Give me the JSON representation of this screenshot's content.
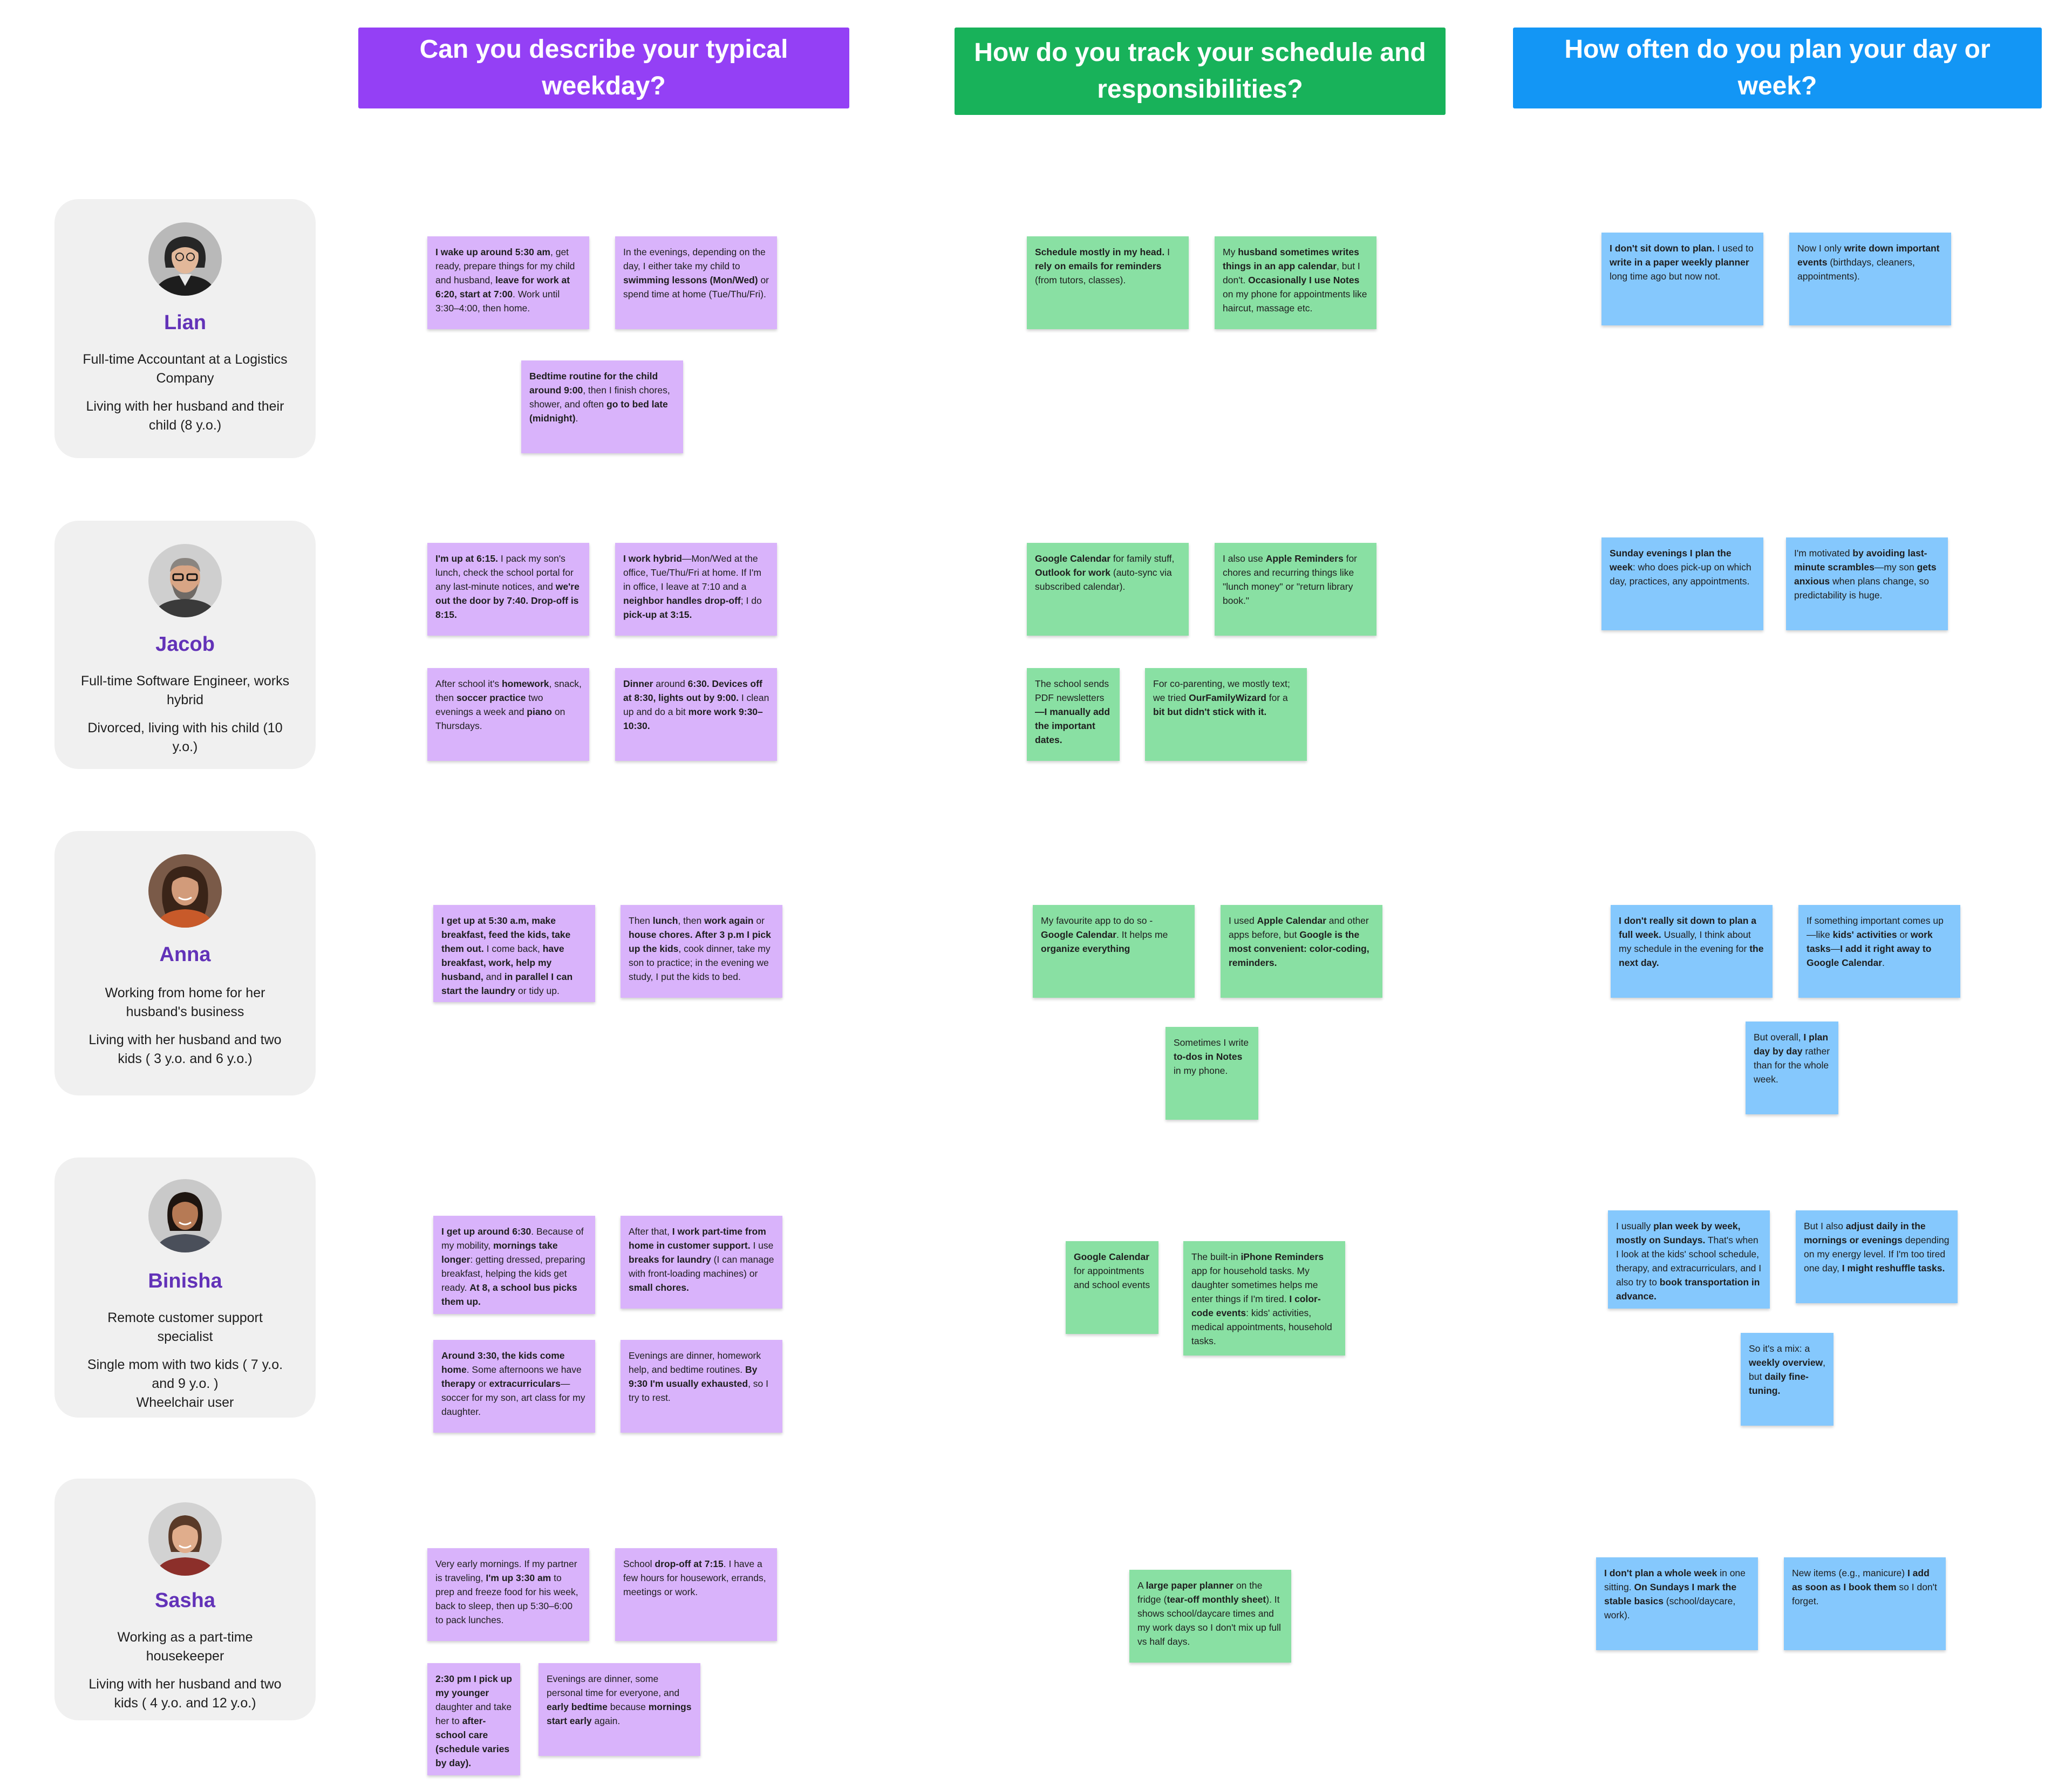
{
  "headers": {
    "weekday": "Can you describe your typical weekday?",
    "track": "How do you track your schedule and responsibilities?",
    "plan": "How often do you plan your day or week?"
  },
  "colors": {
    "header_purple": "#9440f5",
    "header_green": "#18b25a",
    "header_blue": "#1396f5",
    "note_purple": "#d9b3fb",
    "note_green": "#89e0a3",
    "note_blue": "#85c8fd",
    "persona_name": "#6232b8",
    "card_bg": "#f0f0f0"
  },
  "personas": [
    {
      "name": "Lian",
      "role": "Full-time Accountant at a Logistics Company",
      "living": "Living with her husband and their child (8 y.o.)",
      "extra": ""
    },
    {
      "name": "Jacob",
      "role": "Full-time Software Engineer, works hybrid",
      "living": "Divorced, living with his child (10 y.o.)",
      "extra": ""
    },
    {
      "name": "Anna",
      "role": "Working from home for her husband's business",
      "living": "Living with her husband and two kids ( 3 y.o. and 6 y.o.)",
      "extra": ""
    },
    {
      "name": "Binisha",
      "role": "Remote customer support specialist",
      "living": "Single mom with two kids ( 7 y.o. and 9 y.o. )",
      "extra": "Wheelchair user"
    },
    {
      "name": "Sasha",
      "role": "Working as a part-time housekeeper",
      "living": "Living with her husband and two kids ( 4 y.o. and 12 y.o.)",
      "extra": ""
    }
  ],
  "notes": {
    "lian": {
      "weekday": [
        [
          "**I wake up around 5:30 am**, get ready, prepare things for my child and husband, **leave for work at 6:20, start at 7:00**. Work until 3:30–4:00, then home."
        ],
        [
          "In the evenings, depending on the day, I either take my child to **swimming lessons (Mon/Wed)** or spend time at home (Tue/Thu/Fri)."
        ],
        [
          "**Bedtime routine for the child around 9:00**, then I finish chores, shower, and often **go to bed late (midnight)**."
        ]
      ],
      "track": [
        [
          "**Schedule mostly in my head.** I **rely on emails for reminders** (from tutors, classes)."
        ],
        [
          "My **husband sometimes writes things in an app calendar**, but I don't. **Occasionally I use Notes** on my phone for appointments like haircut, massage etc."
        ]
      ],
      "plan": [
        [
          "**I don't sit down to plan.** I used to **write in a paper weekly planner** long time ago but now not."
        ],
        [
          "Now I only **write down important events** (birthdays, cleaners, appointments)."
        ]
      ]
    },
    "jacob": {
      "weekday": [
        [
          "**I'm up at 6:15.** I pack my son's lunch, check the school portal for any last-minute notices, and **we're out the door by 7:40. Drop-off is 8:15.**"
        ],
        [
          "**I work hybrid**—Mon/Wed at the office, Tue/Thu/Fri at home. If I'm in office, I leave at 7:10 and a **neighbor handles drop-off**; I do **pick-up at 3:15.**"
        ],
        [
          "After school it's **homework**, snack, then **soccer practice** two evenings a week and **piano** on Thursdays."
        ],
        [
          "**Dinner** around **6:30. Devices off at 8:30, lights out by 9:00.** I clean up and do a bit **more work 9:30–10:30.**"
        ]
      ],
      "track": [
        [
          "**Google Calendar** for family stuff, **Outlook for work** (auto-sync via subscribed calendar)."
        ],
        [
          "I also use **Apple Reminders** for chores and recurring things like \"lunch money\" or \"return library book.\""
        ],
        [
          "The school sends PDF newsletters **—I manually add the important dates.**"
        ],
        [
          "For co-parenting, we mostly text; we tried **OurFamilyWizard** for a **bit but didn't stick with it.**"
        ]
      ],
      "plan": [
        [
          "**Sunday evenings I plan the week**: who does pick-up on which day, practices, any appointments."
        ],
        [
          "I'm motivated **by avoiding last-minute scrambles**—my son **gets anxious** when plans change, so predictability is huge."
        ]
      ]
    },
    "anna": {
      "weekday": [
        [
          "**I get up at 5:30 a.m, make breakfast, feed the kids, take them out.** I come back, **have breakfast, work, help my husband,** and **in parallel I can start the laundry** or tidy up."
        ],
        [
          "Then **lunch**, then **work again** or **house chores. After 3 p.m I pick up the kids**, cook dinner, take my son to practice; in the evening we study, I put the kids to bed."
        ]
      ],
      "track": [
        [
          "My favourite app to do so - **Google Calendar**. It helps me **organize everything**"
        ],
        [
          "I used **Apple Calendar** and other apps before, but **Google is the most convenient: color-coding, reminders.**"
        ],
        [
          "Sometimes I write **to-dos in Notes** in my phone."
        ]
      ],
      "plan": [
        [
          "**I don't really sit down to plan a full week.** Usually, I think about my schedule in the evening for **the next day.**"
        ],
        [
          "If something important comes up —like **kids' activities** or **work tasks**—**I add it right away to Google Calendar**."
        ],
        [
          "But overall, **I plan day by day** rather than for the whole week."
        ]
      ]
    },
    "binisha": {
      "weekday": [
        [
          "**I get up around 6:30**. Because of my mobility, **mornings take longer**: getting dressed, preparing breakfast, helping the kids get ready. **At 8, a school bus picks them up.**"
        ],
        [
          "After that, **I work part-time from home in customer support.** I use **breaks for laundry** (I can manage with front-loading machines) or **small chores.**"
        ],
        [
          "**Around 3:30, the kids come home**. Some afternoons we have **therapy** or **extracurriculars**—soccer for my son, art class for my daughter."
        ],
        [
          "Evenings are dinner, homework help, and bedtime routines. **By 9:30 I'm usually exhausted**, so I try to rest."
        ]
      ],
      "track": [
        [
          "**Google Calendar** for appointments and school events"
        ],
        [
          "The built-in **iPhone Reminders** app for household tasks. My daughter sometimes helps me enter things if I'm tired. **I color-code events**: kids' activities, medical appointments, household tasks."
        ]
      ],
      "plan": [
        [
          "I usually **plan week by week, mostly on Sundays.** That's when I look at the kids' school schedule, therapy, and extracurriculars, and I also try to **book transportation in advance.**"
        ],
        [
          "But I also **adjust daily in the mornings or evenings** depending on my energy level. If I'm too tired one day, **I might reshuffle tasks.**"
        ],
        [
          "So it's a mix: a **weekly overview**, but **daily fine-tuning.**"
        ]
      ]
    },
    "sasha": {
      "weekday": [
        [
          "Very early mornings. If my partner is traveling, **I'm up 3:30 am** to prep and freeze food for his week, back to sleep, then up 5:30–6:00 to pack lunches."
        ],
        [
          "School **drop-off at 7:15**. I have a few hours for housework, errands, meetings or work."
        ],
        [
          "**2:30 pm I pick up my younger** daughter and take her to **after-school care (schedule varies by day).**"
        ],
        [
          "Evenings are dinner, some personal time for everyone, and **early bedtime** because **mornings start early** again."
        ]
      ],
      "track": [
        [
          "A **large paper planner** on the fridge (**tear-off monthly sheet**). It shows school/daycare times and my work days so I don't mix up full vs half days."
        ]
      ],
      "plan": [
        [
          "**I don't plan a whole week** in one sitting. **On Sundays I mark the stable basics** (school/daycare, work)."
        ],
        [
          "New items (e.g., manicure) **I add as soon as I book them** so I don't forget."
        ]
      ]
    }
  }
}
